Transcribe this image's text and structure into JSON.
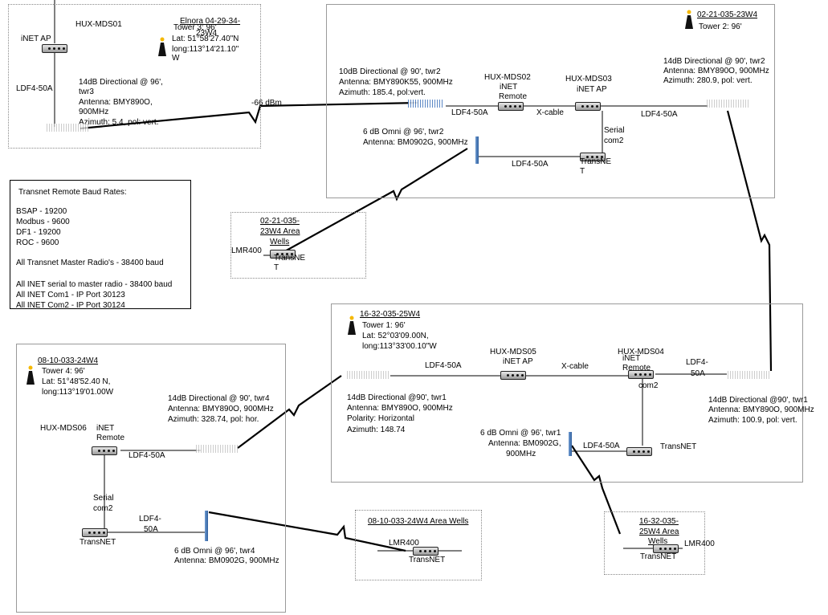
{
  "sites": {
    "elnora": {
      "title": "Elnora 04-29-34-",
      "title_line2": "Tower 3: 96'",
      "title_line3": "23W4",
      "lat": "Lat: 51°58'27.40\"N",
      "long": "long:113°14'21.10\"",
      "long_dir": "W",
      "mds_name": "HUX-MDS01",
      "radio_label": "iNET AP",
      "cable": "LDF4-50A",
      "antenna_line1": "14dB Directional @ 96',",
      "antenna_line2": "twr3",
      "antenna_line3": "Antenna: BMY890O,",
      "antenna_line4": "900MHz",
      "antenna_line5": "Azimuth: 5.4, pol: vert."
    },
    "tower2": {
      "title": "02-21-035-23W4",
      "tower": "Tower 2: 96'",
      "mds02_name": "HUX-MDS02",
      "mds02_role1": "iNET",
      "mds02_role2": "Remote",
      "mds03_name": "HUX-MDS03",
      "mds03_role": "iNET AP",
      "xcable": "X-cable",
      "serial1": "Serial",
      "serial2": "com2",
      "left_ant_line1": "10dB Directional @ 90', twr2",
      "left_ant_line2": "Antenna: BMY890K55, 900MHz",
      "left_ant_line3": "Azimuth: 185.4, pol:vert.",
      "left_cable": "LDF4-50A",
      "right_ant_line1": "14dB Directional @ 90', twr2",
      "right_ant_line2": "Antenna: BMY890O, 900MHz",
      "right_ant_line3": "Azimuth: 280.9, pol: vert.",
      "right_cable": "LDF4-50A",
      "omni_line1": "6 dB Omni @ 96', twr2",
      "omni_line2": "Antenna: BM0902G, 900MHz",
      "omni_cable": "LDF4-50A",
      "transnet1": "TransNE",
      "transnet2": "T"
    },
    "link_dbm": "-66 dBm",
    "area_0221": {
      "title1": "02-21-035-",
      "title2": "23W4 Area",
      "title3": "Wells",
      "cable": "LMR400",
      "transnet1": "TransNE",
      "transnet2": "T"
    },
    "tower1": {
      "title": "16-32-035-25W4",
      "tower": "Tower 1: 96'",
      "lat": "Lat: 52°03'09.00N,",
      "long": "long:113°33'00.10\"W",
      "mds05_name": "HUX-MDS05",
      "mds05_role": "iNET AP",
      "mds04_name": "HUX-MDS04",
      "mds04_role1": "iNET",
      "mds04_role2": "Remote",
      "mds04_com": "com2",
      "xcable": "X-cable",
      "left_cable": "LDF4-50A",
      "right_cable1": "LDF4-",
      "right_cable2": "50A",
      "left_ant_line1": "14dB Directional @90', twr1",
      "left_ant_line2": "Antenna: BMY890O, 900MHz",
      "left_ant_line3": "Polarity:  Horizontal",
      "left_ant_line4": "Azimuth: 148.74",
      "right_ant_line1": "14dB Directional @90', twr1",
      "right_ant_line2": "Antenna: BMY890O, 900MHz",
      "right_ant_line3": "Azimuth: 100.9, pol: vert.",
      "omni_line1": "6 dB Omni @ 96', twr1",
      "omni_line2": "Antenna: BM0902G,",
      "omni_line3": "900MHz",
      "omni_cable": "LDF4-50A",
      "transnet": "TransNET"
    },
    "tower4": {
      "title": "08-10-033-24W4",
      "tower": "Tower 4: 96'",
      "lat": "Lat: 51°48'52.40 N,",
      "long": "long:113°19'01.00W",
      "mds_name": "HUX-MDS06",
      "mds_role1": "iNET",
      "mds_role2": "Remote",
      "cable": "LDF4-50A",
      "ant_line1": "14dB Directional @ 90', twr4",
      "ant_line2": "Antenna: BMY890O, 900MHz",
      "ant_line3": "Azimuth: 328.74, pol: hor.",
      "serial1": "Serial",
      "serial2": "com2",
      "omni_cable1": "LDF4-",
      "omni_cable2": "50A",
      "transnet": "TransNET",
      "omni_line1": "6 dB Omni @ 96', twr4",
      "omni_line2": "Antenna: BM0902G, 900MHz"
    },
    "area_0810": {
      "title": "08-10-033-24W4 Area Wells",
      "cable": "LMR400",
      "transnet": "TransNET"
    },
    "area_1632": {
      "title1": "16-32-035-",
      "title2": "25W4 Area",
      "title3": "Wells",
      "cable": "LMR400",
      "transnet": "TransNET"
    }
  },
  "notes": {
    "heading": "Transnet Remote Baud Rates:",
    "rates": [
      "BSAP - 19200",
      "Modbus - 9600",
      "DF1 - 19200",
      "ROC - 9600"
    ],
    "master": "All Transnet Master Radio's - 38400 baud",
    "inet": [
      "All INET serial to master radio - 38400 baud",
      "All INET Com1 - IP Port  30123",
      "All INET Com2 - IP Port 30124"
    ]
  },
  "colors": {
    "omni": "#4a7bbf",
    "line": "#000000",
    "frame": "#9a9a9a"
  }
}
